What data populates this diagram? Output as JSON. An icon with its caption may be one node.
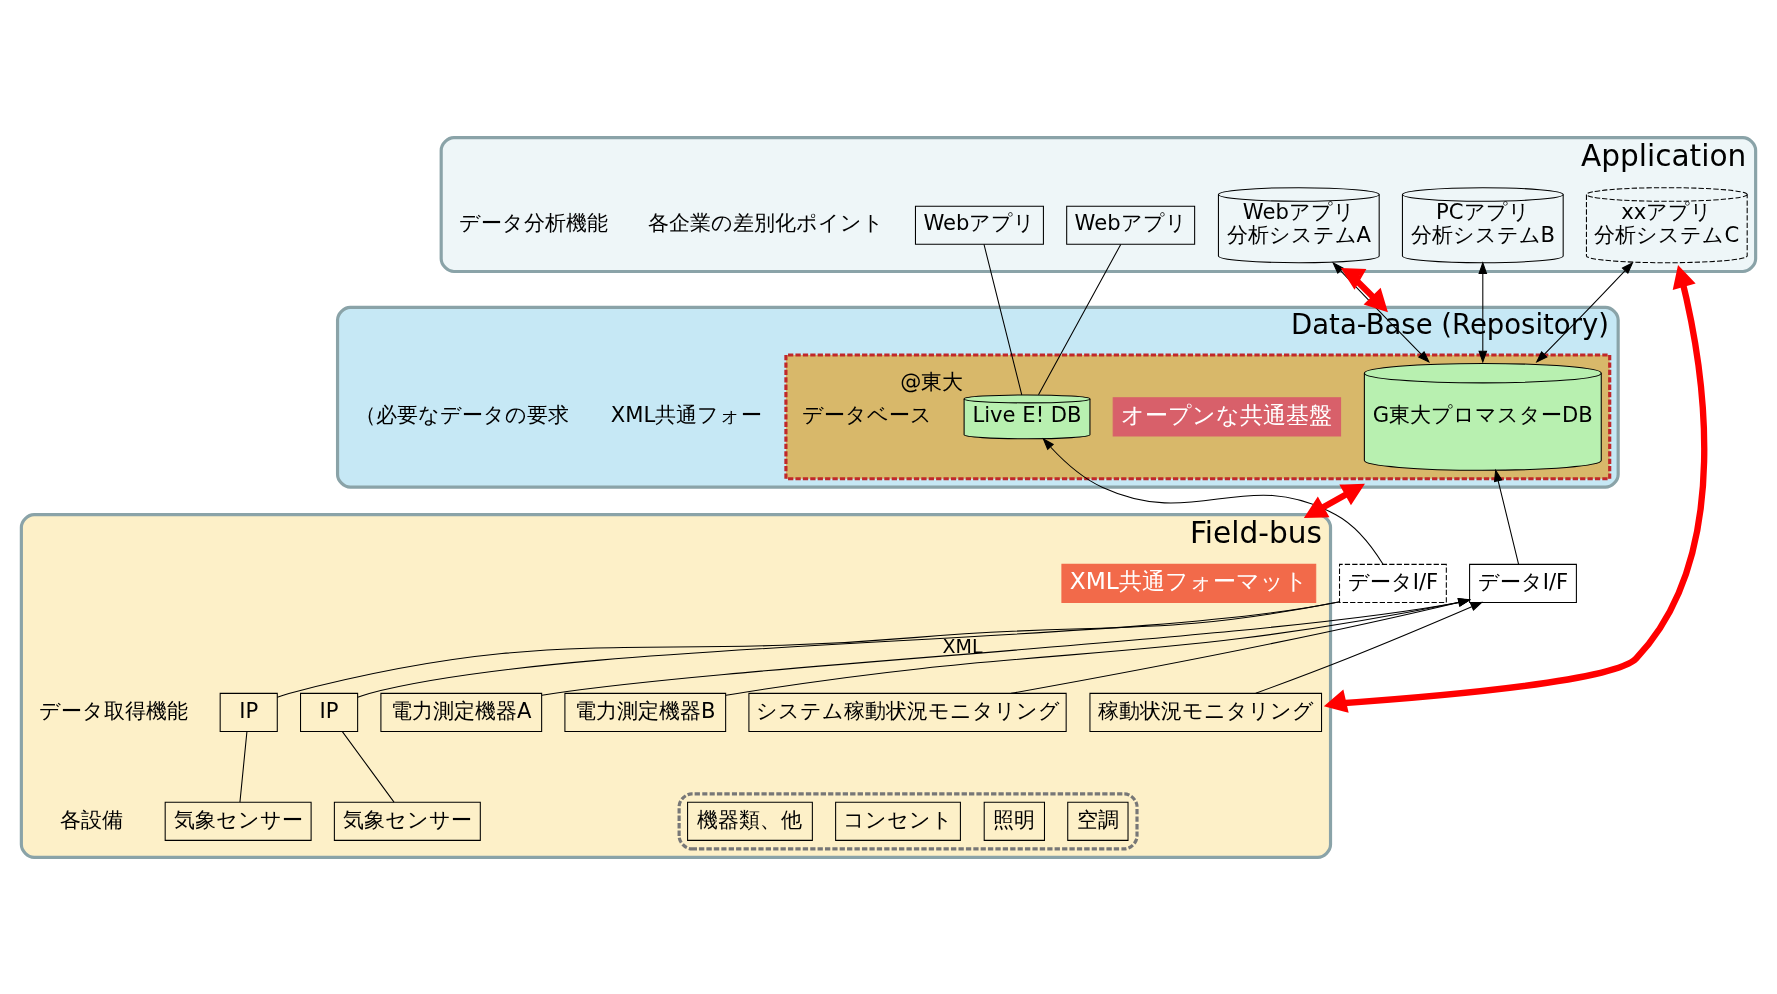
{
  "diagram": {
    "nodes": [
      {
        "text": [
          "Application"
        ]
      },
      {
        "text": [
          "Webアプリ"
        ],
        "in": 0
      },
      {
        "text": [
          "Webアプリ"
        ],
        "in": 0
      },
      {
        "text": [
          "Webアプリ",
          "分析システムA"
        ],
        "in": 0
      },
      {
        "text": [
          "PCアプリ",
          "分析システムB"
        ],
        "in": 0
      },
      {
        "text": [
          "xxアプリ",
          "分析システムC"
        ],
        "in": 0
      },
      {
        "text": [
          "Data-Base (Repository)"
        ]
      },
      {
        "text": [],
        "shape": "box",
        "in": 6
      },
      {
        "text": [
          "Live E! DB"
        ],
        "in": 7,
        "beside": [
          "@東大"
        ]
      },
      {
        "text": [
          "オープンな共通基盤"
        ],
        "in": 7
      },
      {
        "text": [
          "G東大プロマスターDB"
        ],
        "in": 7
      },
      {
        "text": [
          "Field-bus"
        ]
      },
      {
        "text": [
          "データI/F"
        ]
      },
      {
        "text": [
          "データI/F"
        ]
      },
      {
        "text": [
          "XML共通フォーマット"
        ],
        "in": 11
      },
      {
        "text": [
          "電力測定機器A"
        ],
        "in": 11
      },
      {
        "text": [
          "電力測定機器B"
        ],
        "in": 11
      },
      {
        "text": [
          "システム稼動状況モニタリング"
        ],
        "in": 11
      },
      {
        "text": [
          "稼動状況モニタリング"
        ],
        "in": 11
      },
      {
        "text": [
          "IP"
        ],
        "in": 11
      },
      {
        "text": [
          "IP"
        ],
        "in": 11
      },
      {
        "text": [
          "気象センサー"
        ],
        "in": 11
      },
      {
        "text": [
          "気象センサー"
        ],
        "in": 11
      },
      {
        "text": [],
        "shape": "box",
        "in": 11
      },
      {
        "text": [
          "空調"
        ],
        "in": 23
      },
      {
        "text": [
          "照明"
        ],
        "in": 23
      },
      {
        "text": [
          "コンセント"
        ],
        "in": 23
      },
      {
        "text": [
          "機器類、他"
        ],
        "in": 23
      }
    ],
    "edges": [
      {
        "from": 1,
        "to": 8,
        "arrow": "none"
      },
      {
        "from": 2,
        "to": 8,
        "arrow": "none"
      },
      {
        "from": 3,
        "to": 10,
        "arrow": "both"
      },
      {
        "from": 4,
        "to": 10,
        "arrow": "both"
      },
      {
        "from": 5,
        "to": 10,
        "arrow": "both"
      },
      {
        "from": 12,
        "to": 8,
        "arrow": "to"
      },
      {
        "from": 13,
        "to": 10,
        "arrow": "to"
      },
      {
        "from": 15,
        "to": 13,
        "arrow": "to"
      },
      {
        "from": 16,
        "to": 13,
        "arrow": "to"
      },
      {
        "from": 17,
        "to": 13,
        "arrow": "to"
      },
      {
        "from": 18,
        "to": 13,
        "arrow": "to"
      },
      {
        "from": 12,
        "to": 19,
        "arrow": "none"
      },
      {
        "from": 12,
        "to": 20,
        "arrow": "none",
        "label": "XML"
      },
      {
        "from": 19,
        "to": 21,
        "arrow": "none"
      },
      {
        "from": 20,
        "to": 22,
        "arrow": "none"
      },
      {
        "from": 0,
        "to": 6,
        "arrow": "both",
        "style": "thick",
        "color": "#ff0000"
      },
      {
        "from": 6,
        "to": 11,
        "arrow": "both",
        "style": "thick",
        "color": "#ff0000"
      },
      {
        "from": 0,
        "to": 11,
        "arrow": "both",
        "style": "thick",
        "color": "#ff0000"
      }
    ],
    "labels": [
      "各企業の差別化ポイント",
      "データ分析機能",
      "XML共通フォー",
      "（必要なデータの要求",
      "データベース",
      "データ取得機能",
      "各設備"
    ]
  }
}
